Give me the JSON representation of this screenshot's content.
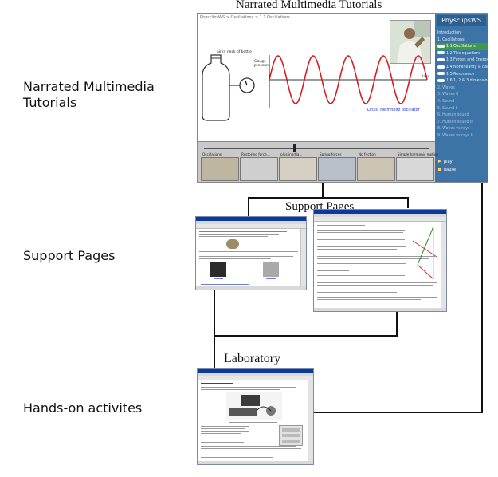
{
  "labels": {
    "narrated": "Narrated Multimedia\nTutorials",
    "support": "Support Pages",
    "hands_on": "Hands-on activites"
  },
  "titles": {
    "narrated": "Narrated Multimedia Tutorials",
    "support": "Support Pages",
    "laboratory": "Laboratory"
  },
  "tutorial_app": {
    "breadcrumb": "PhysclipsWS > Oscillations > 1.1 Oscillations",
    "brand": "PhysclipsWS",
    "diagram_caption": "air in neck of bottle",
    "gauge_label": "Gauge pressure",
    "time_label": "time",
    "links_text": "Links: Helmholtz oscillator",
    "nav": [
      {
        "label": "Introduction",
        "pill": false,
        "active": false
      },
      {
        "label": "1. Oscillations",
        "pill": false,
        "active": false
      },
      {
        "label": "1.1 Oscillations",
        "pill": true,
        "active": true
      },
      {
        "label": "1.2 The equations",
        "pill": true,
        "active": false
      },
      {
        "label": "1.3 Forces and Energy",
        "pill": true,
        "active": false
      },
      {
        "label": "1.4 Nonlinearity & damping",
        "pill": true,
        "active": false
      },
      {
        "label": "1.5 Resonance",
        "pill": true,
        "active": false
      },
      {
        "label": "1.6 1, 2 & 3 dimensions",
        "pill": true,
        "active": false
      },
      {
        "label": "2. Waves",
        "pill": false,
        "active": false
      },
      {
        "label": "3. Waves II",
        "pill": false,
        "active": false
      },
      {
        "label": "4. Sound",
        "pill": false,
        "active": false
      },
      {
        "label": "5. Sound II",
        "pill": false,
        "active": false
      },
      {
        "label": "6. Human sound",
        "pill": false,
        "active": false
      },
      {
        "label": "7. Human sound II",
        "pill": false,
        "active": false
      },
      {
        "label": "8. Waves vs rays",
        "pill": false,
        "active": false
      },
      {
        "label": "9. Waves vs rays II",
        "pill": false,
        "active": false
      }
    ],
    "play_label": "play",
    "pause_label": "pause",
    "filmstrip": [
      "Oscillations:",
      "Restoring force...",
      "plus inertia...",
      "Spring forces",
      "No friction",
      "Simple harmonic motion"
    ]
  },
  "colors": {
    "sidebar": "#3d74a8",
    "sidebar_title": "#2d5f90",
    "active_item": "#3e9a4a",
    "wave": "#d42020",
    "link": "#2233cc",
    "connector": "#111111"
  },
  "icons": [
    "play-icon",
    "pause-icon"
  ]
}
